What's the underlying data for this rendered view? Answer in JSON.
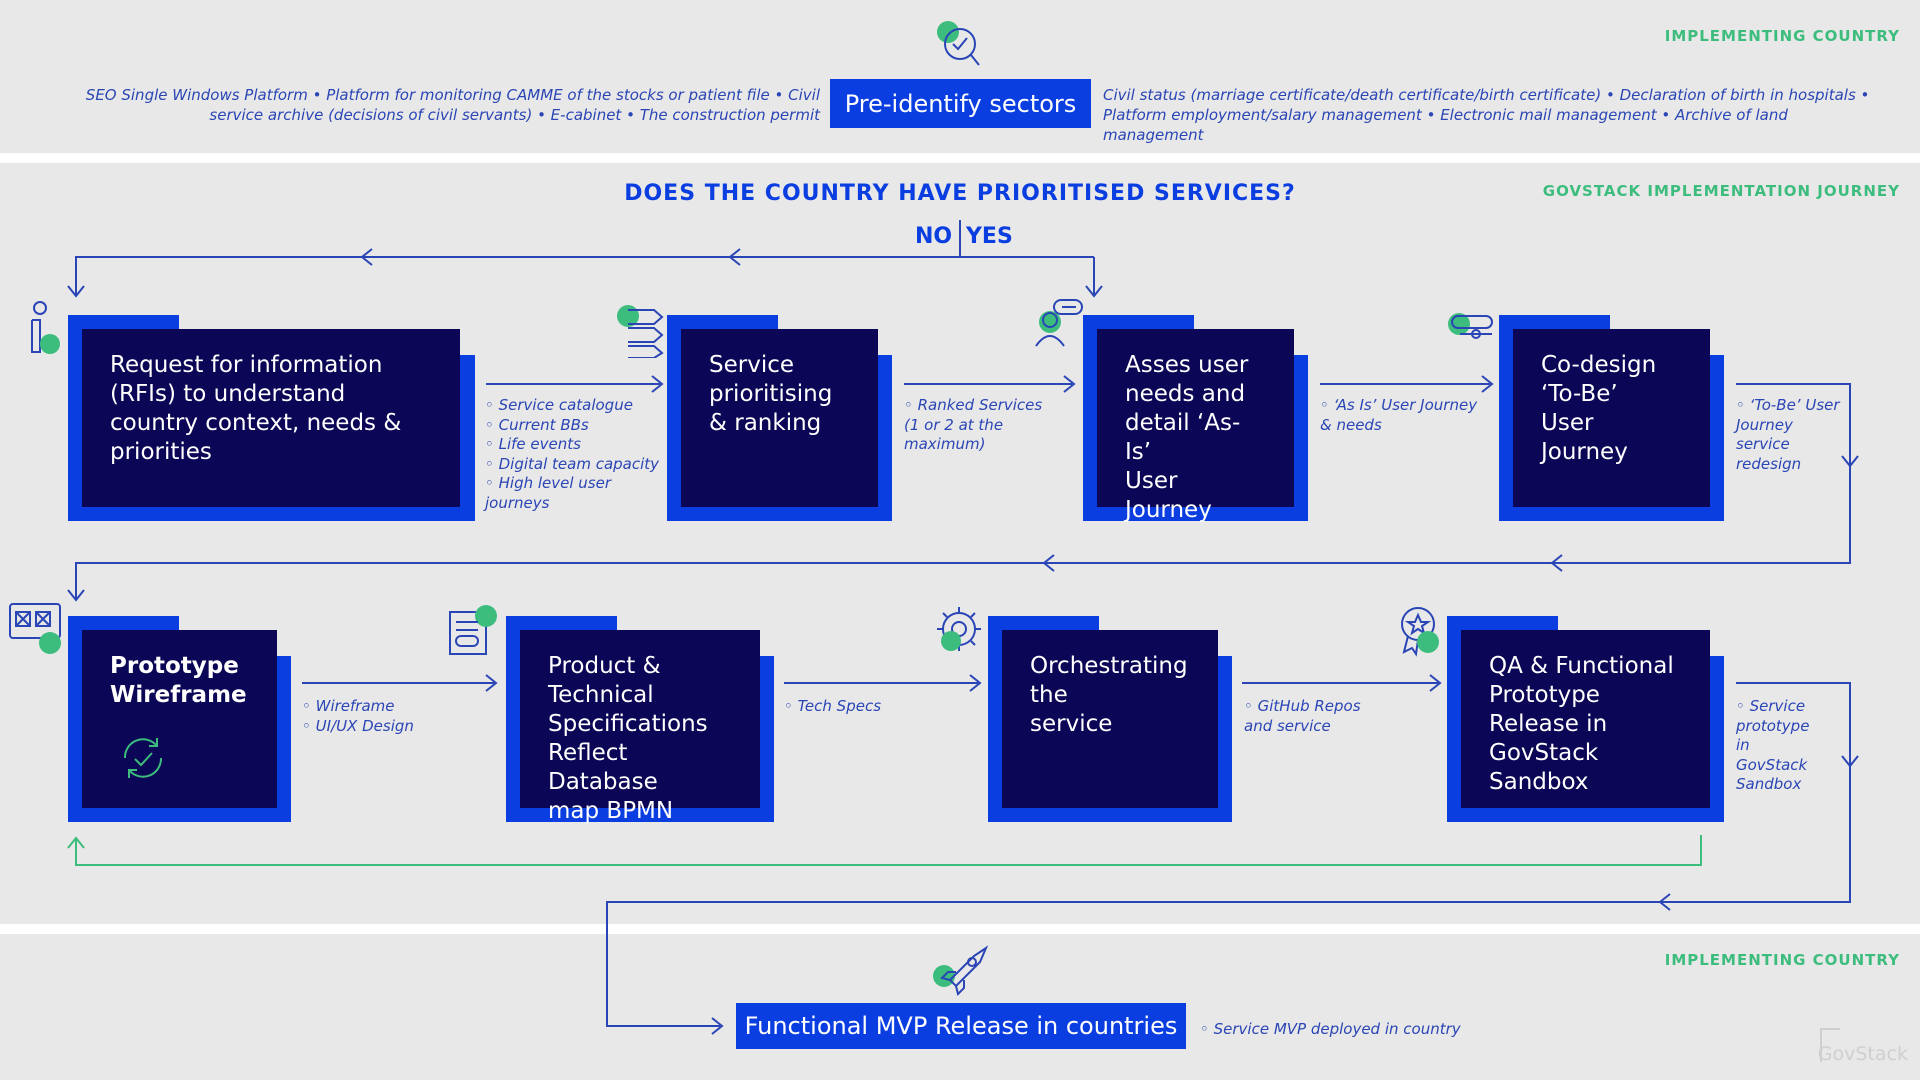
{
  "top": {
    "tag": "IMPLEMENTING COUNTRY",
    "left_text": "SEO Single Windows Platform • Platform for monitoring CAMME of the stocks or patient file • Civil service archive (decisions of civil servants) • E-cabinet • The construction permit",
    "center_label": "Pre-identify sectors",
    "right_text": "Civil status (marriage certificate/death certificate/birth certificate) • Declaration of birth in hospitals • Platform employment/salary management • Electronic mail management • Archive of land management"
  },
  "journey": {
    "tag": "GOVSTACK IMPLEMENTATION JOURNEY",
    "question": "DOES THE COUNTRY HAVE PRIORITISED SERVICES?",
    "no_label": "NO",
    "yes_label": "YES",
    "steps": [
      {
        "title": "Request for information\n(RFIs) to understand\ncountry context, needs &\npriorities",
        "icon": "info-person-icon"
      },
      {
        "title": "Service\nprioritising\n& ranking",
        "icon": "ranking-tags-icon"
      },
      {
        "title": "Asses user\nneeds and\ndetail ‘As-Is’\nUser\nJourney",
        "icon": "user-journey-icon"
      },
      {
        "title": "Co-design\n‘To-Be’\nUser\nJourney",
        "icon": "design-tools-icon"
      },
      {
        "title": "Prototype\nWireframe",
        "icon": "wireframe-icon"
      },
      {
        "title": "Product &\nTechnical\nSpecifications\nReflect Database\nmap BPMN",
        "icon": "document-spec-icon"
      },
      {
        "title": "Orchestrating\nthe\nservice",
        "icon": "gear-icon"
      },
      {
        "title": "QA & Functional\nPrototype\nRelease in\nGovStack\nSandbox",
        "icon": "quality-badge-icon"
      }
    ],
    "notes": [
      [
        "◦ Service catalogue",
        "◦ Current BBs",
        "◦ Life events",
        "◦ Digital team capacity",
        "◦ High level user\n  journeys"
      ],
      [
        "◦ Ranked Services\n   (1 or 2 at the\n   maximum)"
      ],
      [
        "◦ ‘As Is’ User Journey\n   & needs"
      ],
      [
        "◦ ‘To-Be’ User\n   Journey\n   service\n   redesign"
      ],
      [
        "◦ Wireframe",
        "◦ UI/UX Design"
      ],
      [
        "◦ Tech Specs"
      ],
      [
        "◦ GitHub Repos\n   and service"
      ],
      [
        "◦ Service\n   prototype\n   in\n   GovStack\n   Sandbox"
      ]
    ]
  },
  "bottom": {
    "tag": "IMPLEMENTING COUNTRY",
    "label": "Functional MVP Release in countries",
    "note": "◦ Service MVP deployed in country",
    "logo": "GovStack"
  },
  "colors": {
    "primary": "#0b3ee0",
    "dark": "#0b0655",
    "green": "#3dbd7d",
    "line": "#2a45b5"
  }
}
